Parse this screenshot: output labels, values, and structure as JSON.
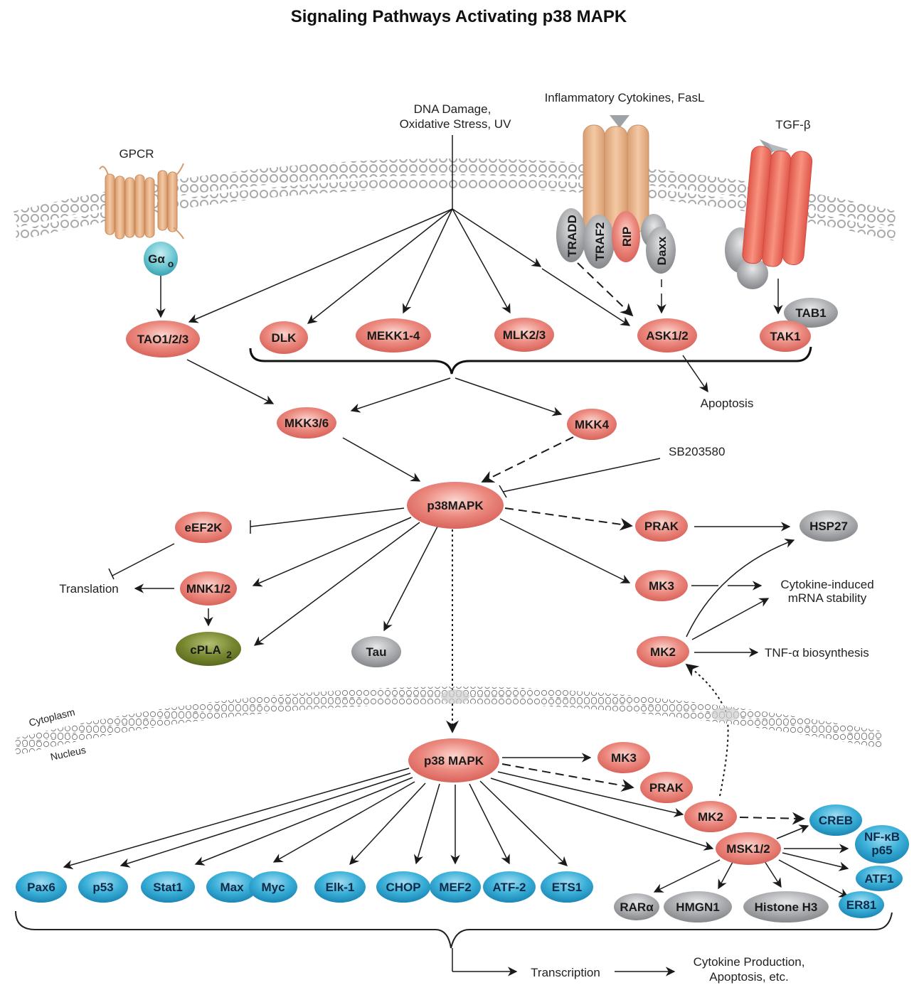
{
  "title": "Signaling Pathways Activating p38 MAPK",
  "colors": {
    "kinase": "#e9776e",
    "transcription_factor": "#2aa3cf",
    "grey_protein": "#a7a9ac",
    "olive": "#6f7f2a",
    "gpcr": "#e2ad82",
    "tnf_receptor": "#e8b58c",
    "tgf_receptor": "#f07b6c",
    "membrane": "#b5b5b7"
  },
  "stimuli": {
    "gpcr": "GPCR",
    "dna_line1": "DNA Damage,",
    "dna_line2": "Oxidative Stress, UV",
    "inflammatory": "Inflammatory Cytokines, FasL",
    "tgf": "TGF-β"
  },
  "compartments": {
    "cytoplasm": "Cytoplasm",
    "nucleus": "Nucleus"
  },
  "inhibitor": "SB203580",
  "nodes": {
    "galpha": {
      "label": "Gα",
      "sub": "o"
    },
    "tradd": "TRADD",
    "traf2": "TRAF2",
    "rip": "RIP",
    "daxx": "Daxx",
    "tab1": "TAB1",
    "tak1": "TAK1",
    "tao": "TAO1/2/3",
    "dlk": "DLK",
    "mekk": "MEKK1-4",
    "mlk": "MLK2/3",
    "ask": "ASK1/2",
    "mkk36": "MKK3/6",
    "mkk4": "MKK4",
    "p38_cyto": "p38MAPK",
    "eef2k": "eEF2K",
    "mnk": "MNK1/2",
    "cpla2": {
      "label": "cPLA",
      "sub": "2"
    },
    "tau": "Tau",
    "prak_cyto": "PRAK",
    "mk3_cyto": "MK3",
    "mk2_cyto": "MK2",
    "hsp27": "HSP27",
    "p38_nuc": "p38 MAPK",
    "mk3_nuc": "MK3",
    "prak_nuc": "PRAK",
    "mk2_nuc": "MK2",
    "msk": "MSK1/2",
    "creb": "CREB",
    "nfkb_line1": "NF-κB",
    "nfkb_line2": "p65",
    "atf1": "ATF1",
    "er81": "ER81",
    "rara": "RARα",
    "hmgn1": "HMGN1",
    "histone": "Histone H3"
  },
  "targets": [
    "Pax6",
    "p53",
    "Stat1",
    "Max",
    "Myc",
    "Elk-1",
    "CHOP",
    "MEF2",
    "ATF-2",
    "ETS1"
  ],
  "outcomes": {
    "apoptosis": "Apoptosis",
    "translation": "Translation",
    "mrna_line1": "Cytokine-induced",
    "mrna_line2": "mRNA stability",
    "tnf": "TNF-α biosynthesis",
    "transcription": "Transcription",
    "final_line1": "Cytokine Production,",
    "final_line2": "Apoptosis, etc."
  }
}
